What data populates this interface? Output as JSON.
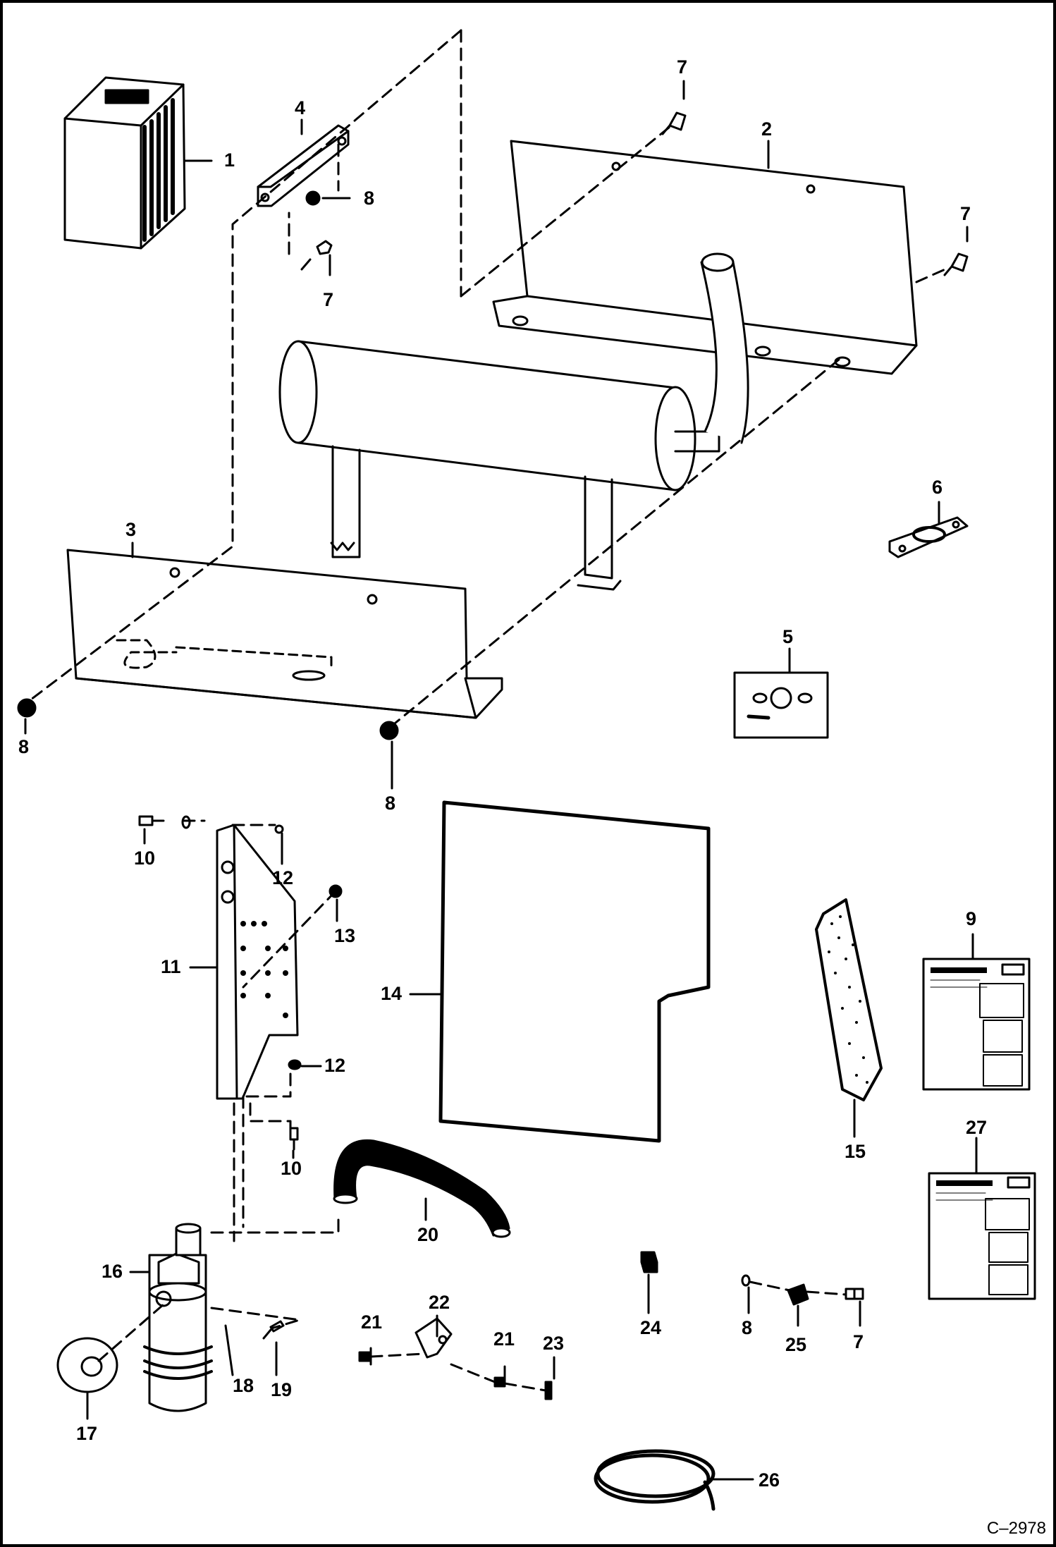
{
  "figure_code": "C–2978",
  "callouts": {
    "c1": "1",
    "c2": "2",
    "c3": "3",
    "c4": "4",
    "c5": "5",
    "c6": "6",
    "c7a": "7",
    "c7b": "7",
    "c7c": "7",
    "c7d": "7",
    "c8a": "8",
    "c8b": "8",
    "c8c": "8",
    "c8d": "8",
    "c9": "9",
    "c10a": "10",
    "c10b": "10",
    "c11": "11",
    "c12a": "12",
    "c12b": "12",
    "c13": "13",
    "c14": "14",
    "c15": "15",
    "c16": "16",
    "c17": "17",
    "c18": "18",
    "c19": "19",
    "c20": "20",
    "c21a": "21",
    "c21b": "21",
    "c22": "22",
    "c23": "23",
    "c24": "24",
    "c25": "25",
    "c26": "26",
    "c27": "27"
  }
}
